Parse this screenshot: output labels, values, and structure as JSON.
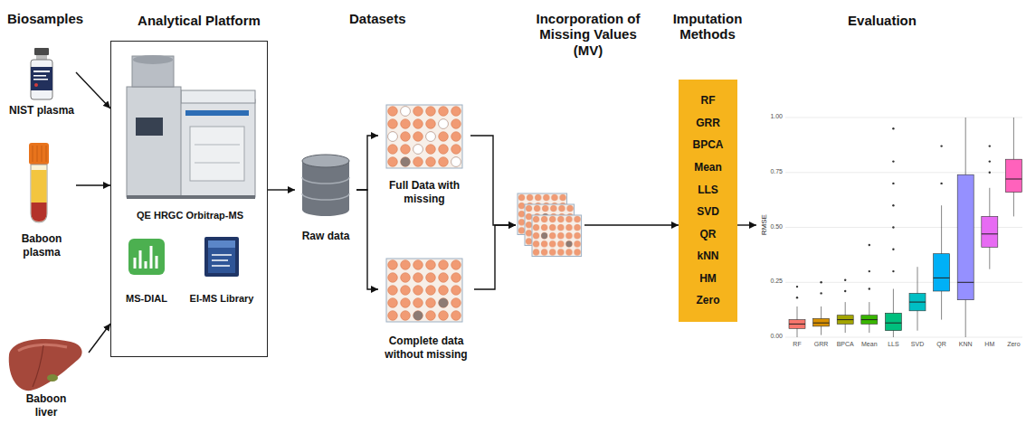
{
  "diagram": {
    "nodes": [
      {
        "text": [
          "NIST plasma"
        ]
      },
      {
        "text": [
          "Baboon plasma"
        ]
      },
      {
        "text": [
          "Baboon liver"
        ]
      },
      {
        "text": [
          "Analytical Platform"
        ]
      },
      {
        "text": [
          "QE HRGC Orbitrap-MS"
        ],
        "in": 3
      },
      {
        "text": [
          "MS-DIAL"
        ],
        "in": 3
      },
      {
        "text": [
          "EI-MS Library"
        ],
        "in": 3
      },
      {
        "text": [
          "Raw data"
        ]
      },
      {
        "text": [
          "Full Data with missing"
        ]
      },
      {
        "text": [
          "Complete data without missing"
        ]
      },
      {
        "text": [
          "Incorporation of Missing Values (MV)"
        ]
      },
      {
        "text": [
          "Imputation Methods",
          "RF",
          "GRR",
          "BPCA",
          "Mean",
          "LLS",
          "SVD",
          "QR",
          "kNN",
          "HM",
          "Zero"
        ]
      },
      {
        "text": [
          "Evaluation"
        ]
      }
    ],
    "edges": [
      {
        "from": 0,
        "to": 3,
        "arrow": "to"
      },
      {
        "from": 1,
        "to": 3,
        "arrow": "to"
      },
      {
        "from": 2,
        "to": 3,
        "arrow": "to"
      },
      {
        "from": 3,
        "to": 7,
        "arrow": "to"
      },
      {
        "from": 7,
        "to": 8,
        "arrow": "to"
      },
      {
        "from": 7,
        "to": 9,
        "arrow": "to"
      },
      {
        "from": 8,
        "to": 10,
        "arrow": "to"
      },
      {
        "from": 9,
        "to": 10,
        "arrow": "to"
      },
      {
        "from": 10,
        "to": 11,
        "arrow": "to"
      },
      {
        "from": 11,
        "to": 12,
        "arrow": "to"
      }
    ],
    "labels": [
      "Biosamples",
      "Datasets",
      "1.00",
      "0.75",
      "0.50",
      "0.25",
      "0.00",
      "RMSE",
      "RF",
      "GRR",
      "BPCA",
      "Mean",
      "LLS",
      "SVD",
      "QR",
      "KNN",
      "HM",
      "Zero"
    ]
  }
}
